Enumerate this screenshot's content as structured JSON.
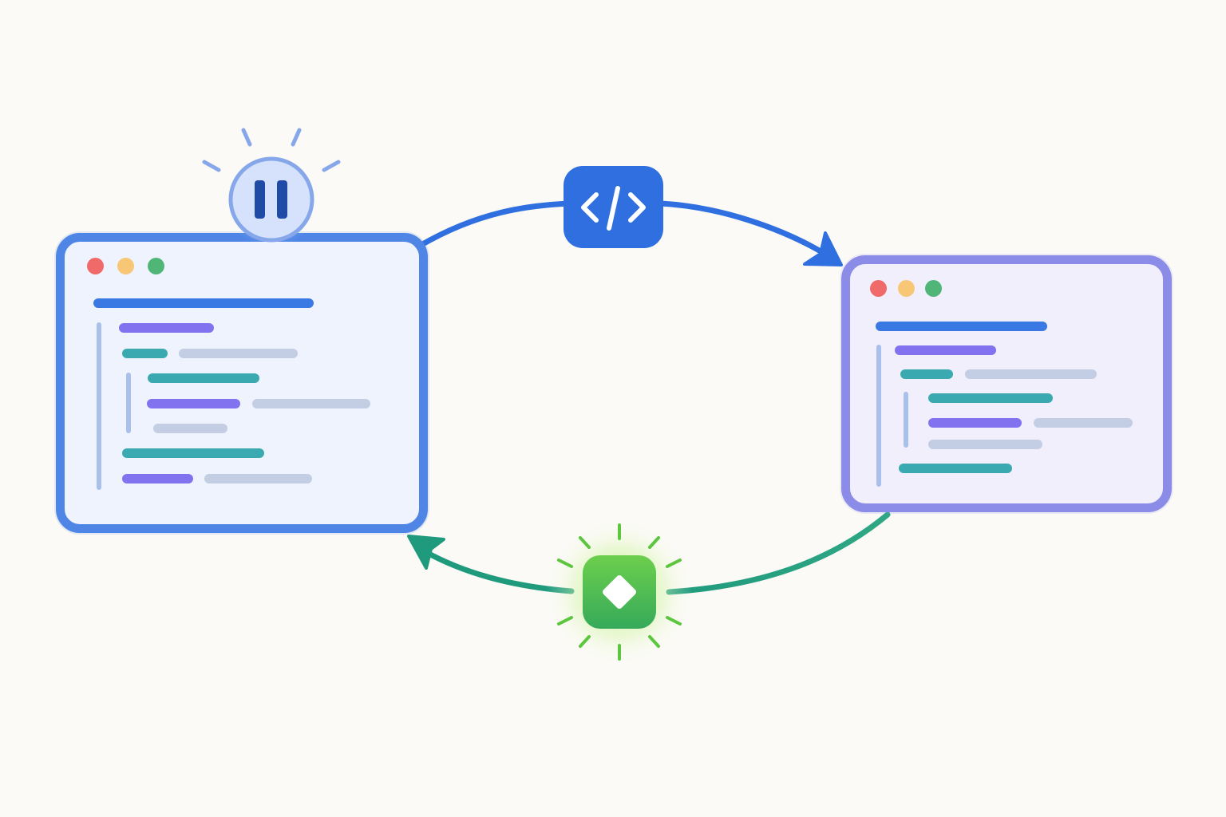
{
  "colors": {
    "background": "#fbfaf6",
    "blue_primary": "#2f6fe0",
    "window_left_border": "#4f86e6",
    "window_right_border": "#8b8be8",
    "code_title": "#3a78e4",
    "code_purple": "#8272f0",
    "code_teal": "#3aaab0",
    "code_gray": "#c3cde3",
    "code_guide": "#a9c0ec",
    "dot_red": "#f06a6a",
    "dot_yellow": "#f7c775",
    "dot_green": "#4fb677",
    "return_arrow_start": "#1f9a7c",
    "return_arrow_end": "#2fa784",
    "run_badge": "#4cbf52",
    "pause_fill": "#d6e2fb",
    "pause_border": "#86a7ea",
    "pause_bars": "#1f4aa6"
  },
  "icons": {
    "pause": "pause-icon",
    "code": "code-icon",
    "run": "diamond-icon",
    "window_controls": [
      "close-dot-icon",
      "minimize-dot-icon",
      "maximize-dot-icon"
    ]
  },
  "diagram": {
    "nodes": [
      "source-code-window",
      "target-code-window"
    ],
    "edges": [
      {
        "from": "source-code-window",
        "to": "target-code-window",
        "badge": "code-icon"
      },
      {
        "from": "target-code-window",
        "to": "source-code-window",
        "badge": "diamond-icon"
      }
    ]
  }
}
